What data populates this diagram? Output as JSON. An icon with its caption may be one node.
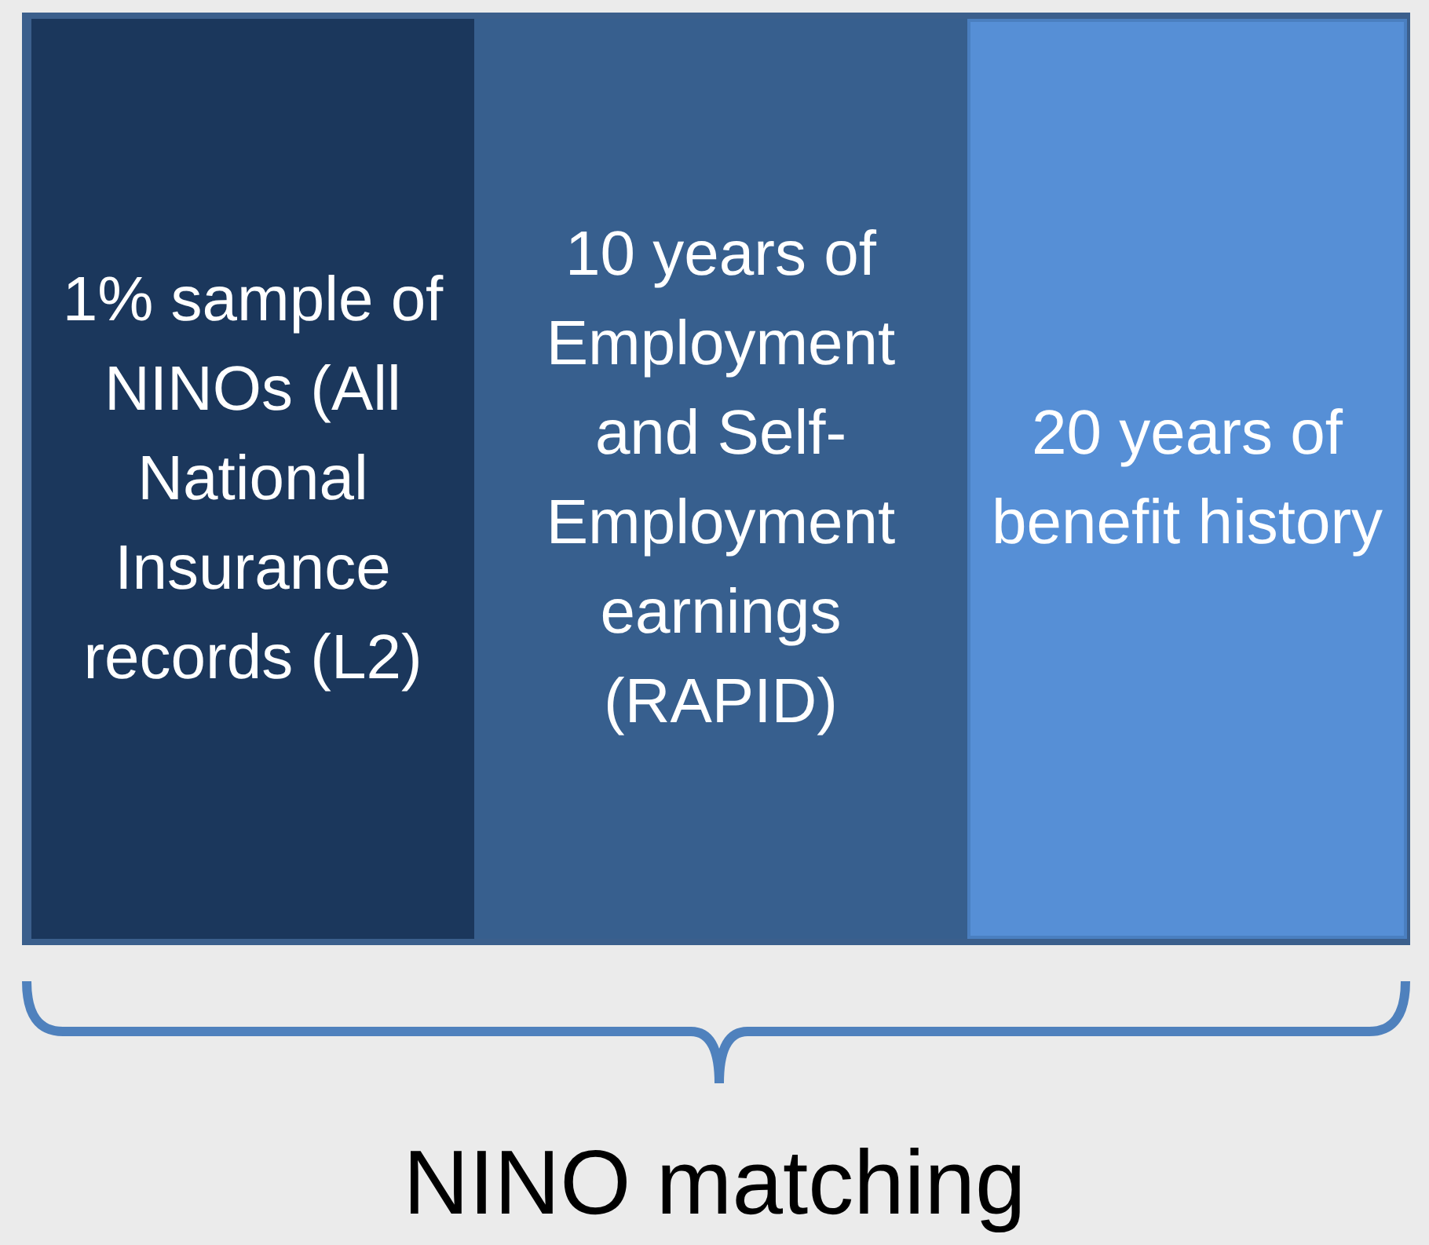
{
  "diagram": {
    "nodes": [
      {
        "text": [
          "1% sample of NINOs (All National Insurance records (L2)"
        ]
      },
      {
        "text": [
          "10 years of Employment and Self-Employment earnings (RAPID)"
        ]
      },
      {
        "text": [
          "20 years of benefit history"
        ]
      }
    ],
    "labels": [
      "NINO matching"
    ]
  }
}
